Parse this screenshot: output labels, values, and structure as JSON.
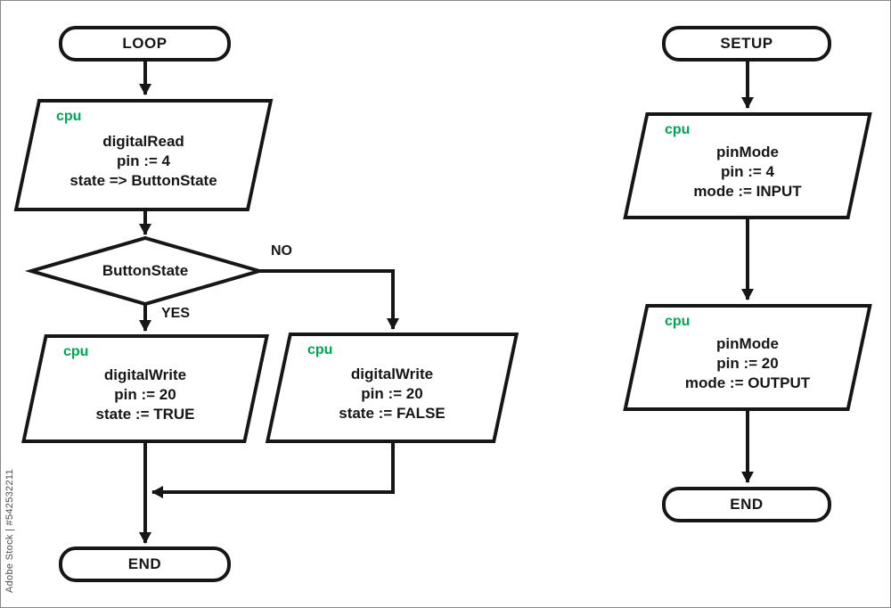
{
  "colors": {
    "cpu_label": "#00A651",
    "shape_stroke": "#161616",
    "background": "#ffffff"
  },
  "watermark": "Adobe Stock | #542532211",
  "loop_chart": {
    "start": "LOOP",
    "read_block": {
      "tag": "cpu",
      "lines": [
        "digitalRead",
        "pin := 4",
        "state => ButtonState"
      ]
    },
    "decision": "ButtonState",
    "no_label": "NO",
    "yes_label": "YES",
    "true_block": {
      "tag": "cpu",
      "lines": [
        "digitalWrite",
        "pin := 20",
        "state := TRUE"
      ]
    },
    "false_block": {
      "tag": "cpu",
      "lines": [
        "digitalWrite",
        "pin := 20",
        "state := FALSE"
      ]
    },
    "end": "END"
  },
  "setup_chart": {
    "start": "SETUP",
    "input_block": {
      "tag": "cpu",
      "lines": [
        "pinMode",
        "pin := 4",
        "mode := INPUT"
      ]
    },
    "output_block": {
      "tag": "cpu",
      "lines": [
        "pinMode",
        "pin := 20",
        "mode := OUTPUT"
      ]
    },
    "end": "END"
  }
}
